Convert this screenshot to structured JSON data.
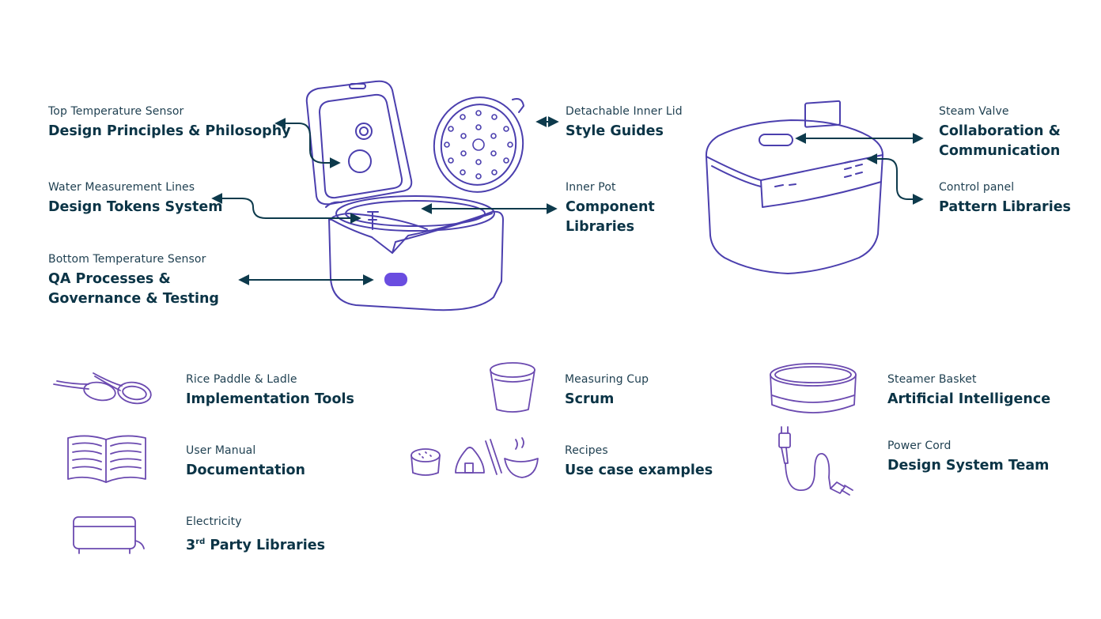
{
  "colors": {
    "line": "#4b3fae",
    "arrow": "#0d3a4c",
    "accent": "#6a4de0",
    "text": "#0b3446",
    "icon": "#6b4ab0"
  },
  "callouts": {
    "top_sensor": {
      "small": "Top Temperature Sensor",
      "big": "Design Principles & Philosophy"
    },
    "water_lines": {
      "small": "Water Measurement Lines",
      "big": "Design Tokens System"
    },
    "bottom_sensor": {
      "small": "Bottom Temperature Sensor",
      "big1": "QA Processes &",
      "big2": "Governance & Testing"
    },
    "inner_lid": {
      "small": "Detachable Inner Lid",
      "big": "Style Guides"
    },
    "inner_pot": {
      "small": "Inner Pot",
      "big1": "Component",
      "big2": "Libraries"
    },
    "steam_valve": {
      "small": "Steam Valve",
      "big1": "Collaboration &",
      "big2": "Communication"
    },
    "control_panel": {
      "small": "Control panel",
      "big": "Pattern Libraries"
    }
  },
  "accessories": {
    "paddle": {
      "icon": "rice-paddle-icon",
      "small": "Rice Paddle & Ladle",
      "big": "Implementation Tools"
    },
    "manual": {
      "icon": "book-icon",
      "small": "User Manual",
      "big": "Documentation"
    },
    "electricity": {
      "icon": "battery-icon",
      "small": "Electricity",
      "big_pre": "3",
      "big_sup": "rd",
      "big_post": " Party Libraries"
    },
    "cup": {
      "icon": "measuring-cup-icon",
      "small": "Measuring Cup",
      "big": "Scrum"
    },
    "recipes": {
      "icon": "food-icon",
      "small": "Recipes",
      "big": "Use case examples"
    },
    "steamer": {
      "icon": "steamer-basket-icon",
      "small": "Steamer Basket",
      "big": "Artificial Intelligence"
    },
    "cord": {
      "icon": "power-cord-icon",
      "small": "Power Cord",
      "big": "Design System Team"
    }
  }
}
